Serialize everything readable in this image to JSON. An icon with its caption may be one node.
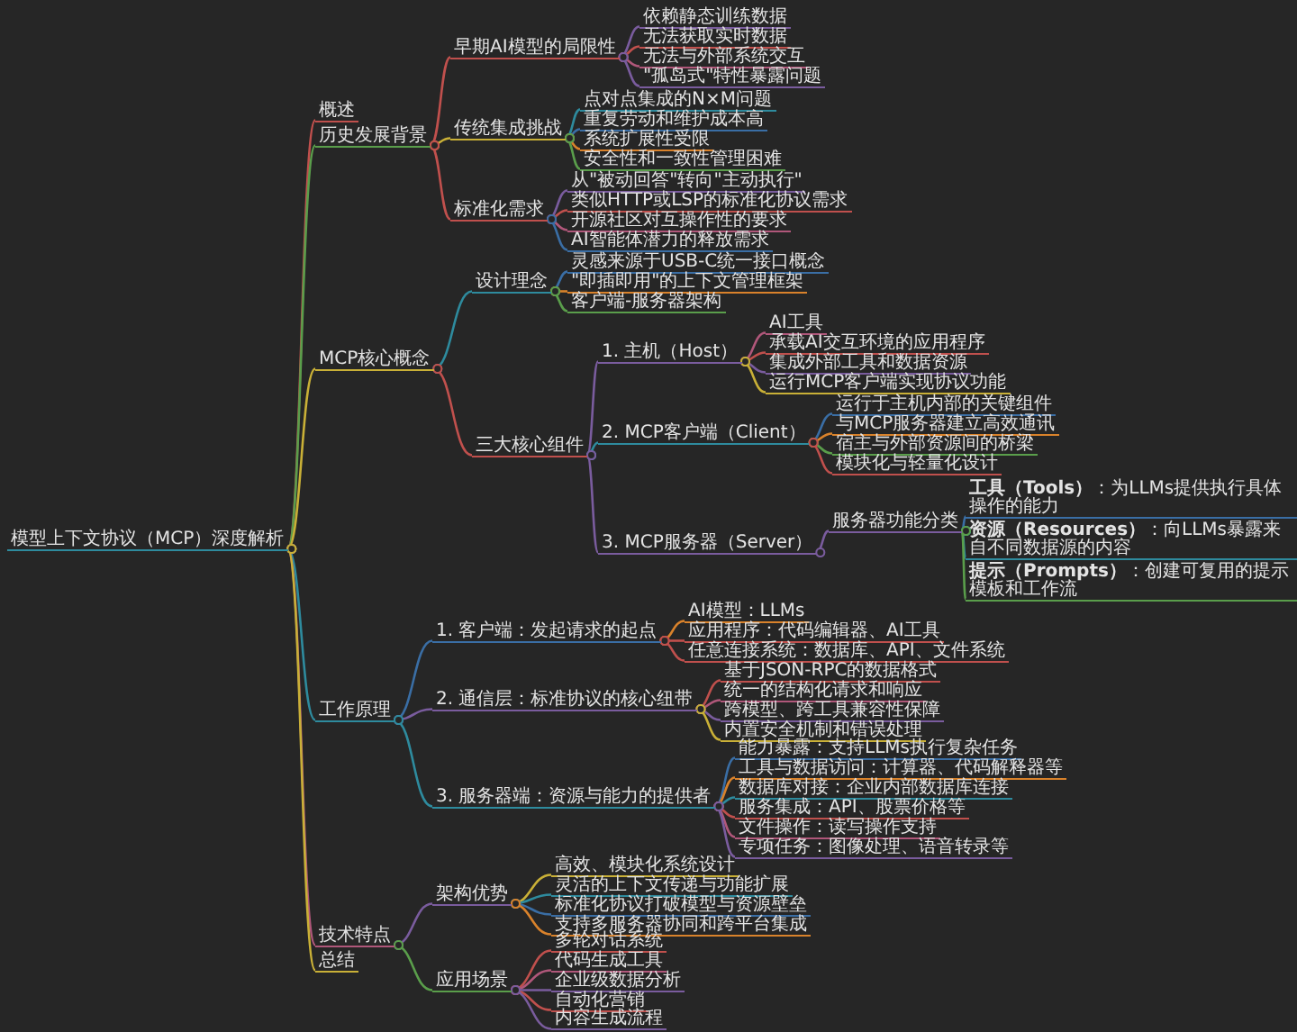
{
  "diagram": {
    "nodes": [
      {
        "text": [
          "模型上下文协议（MCP）深度解析"
        ]
      },
      {
        "text": [
          "概述"
        ]
      },
      {
        "text": [
          "历史发展背景"
        ]
      },
      {
        "text": [
          "早期AI模型的局限性"
        ]
      },
      {
        "text": [
          "依赖静态训练数据"
        ]
      },
      {
        "text": [
          "无法获取实时数据"
        ]
      },
      {
        "text": [
          "无法与外部系统交互"
        ]
      },
      {
        "text": [
          "\"孤岛式\"特性暴露问题"
        ]
      },
      {
        "text": [
          "传统集成挑战"
        ]
      },
      {
        "text": [
          "点对点集成的N×M问题"
        ]
      },
      {
        "text": [
          "重复劳动和维护成本高"
        ]
      },
      {
        "text": [
          "系统扩展性受限"
        ]
      },
      {
        "text": [
          "安全性和一致性管理困难"
        ]
      },
      {
        "text": [
          "标准化需求"
        ]
      },
      {
        "text": [
          "从\"被动回答\"转向\"主动执行\""
        ]
      },
      {
        "text": [
          "类似HTTP或LSP的标准化协议需求"
        ]
      },
      {
        "text": [
          "开源社区对互操作性的要求"
        ]
      },
      {
        "text": [
          "AI智能体潜力的释放需求"
        ]
      },
      {
        "text": [
          "MCP核心概念"
        ]
      },
      {
        "text": [
          "设计理念"
        ]
      },
      {
        "text": [
          "灵感来源于USB-C统一接口概念"
        ]
      },
      {
        "text": [
          "\"即插即用\"的上下文管理框架"
        ]
      },
      {
        "text": [
          "客户端-服务器架构"
        ]
      },
      {
        "text": [
          "三大核心组件"
        ]
      },
      {
        "text": [
          "1. 主机（Host）"
        ]
      },
      {
        "text": [
          "AI工具"
        ]
      },
      {
        "text": [
          "承载AI交互环境的应用程序"
        ]
      },
      {
        "text": [
          "集成外部工具和数据资源"
        ]
      },
      {
        "text": [
          "运行MCP客户端实现协议功能"
        ]
      },
      {
        "text": [
          "2. MCP客户端（Client）"
        ]
      },
      {
        "text": [
          "运行于主机内部的关键组件"
        ]
      },
      {
        "text": [
          "与MCP服务器建立高效通讯"
        ]
      },
      {
        "text": [
          "宿主与外部资源间的桥梁"
        ]
      },
      {
        "text": [
          "模块化与轻量化设计"
        ]
      },
      {
        "text": [
          "3. MCP服务器（Server）"
        ]
      },
      {
        "text": [
          "服务器功能分类"
        ]
      },
      {
        "text": [
          "**工具（Tools）**：为LLMs提供执行具体操作的能力"
        ]
      },
      {
        "text": [
          "**资源（Resources）**：向LLMs暴露来自不同数据源的内容"
        ]
      },
      {
        "text": [
          "**提示（Prompts）**：创建可复用的提示模板和工作流"
        ]
      },
      {
        "text": [
          "工作原理"
        ]
      },
      {
        "text": [
          "1. 客户端：发起请求的起点"
        ]
      },
      {
        "text": [
          "AI模型：LLMs"
        ]
      },
      {
        "text": [
          "应用程序：代码编辑器、AI工具"
        ]
      },
      {
        "text": [
          "任意连接系统：数据库、API、文件系统"
        ]
      },
      {
        "text": [
          "2. 通信层：标准协议的核心纽带"
        ]
      },
      {
        "text": [
          "基于JSON-RPC的数据格式"
        ]
      },
      {
        "text": [
          "统一的结构化请求和响应"
        ]
      },
      {
        "text": [
          "跨模型、跨工具兼容性保障"
        ]
      },
      {
        "text": [
          "内置安全机制和错误处理"
        ]
      },
      {
        "text": [
          "3. 服务器端：资源与能力的提供者"
        ]
      },
      {
        "text": [
          "能力暴露：支持LLMs执行复杂任务"
        ]
      },
      {
        "text": [
          "工具与数据访问：计算器、代码解释器等"
        ]
      },
      {
        "text": [
          "数据库对接：企业内部数据库连接"
        ]
      },
      {
        "text": [
          "服务集成：API、股票价格等"
        ]
      },
      {
        "text": [
          "文件操作：读写操作支持"
        ]
      },
      {
        "text": [
          "专项任务：图像处理、语音转录等"
        ]
      },
      {
        "text": [
          "技术特点"
        ]
      },
      {
        "text": [
          "架构优势"
        ]
      },
      {
        "text": [
          "高效、模块化系统设计"
        ]
      },
      {
        "text": [
          "灵活的上下文传递与功能扩展"
        ]
      },
      {
        "text": [
          "标准化协议打破模型与资源壁垒"
        ]
      },
      {
        "text": [
          "支持多服务器协同和跨平台集成"
        ]
      },
      {
        "text": [
          "应用场景"
        ]
      },
      {
        "text": [
          "多轮对话系统"
        ]
      },
      {
        "text": [
          "代码生成工具"
        ]
      },
      {
        "text": [
          "企业级数据分析"
        ]
      },
      {
        "text": [
          "自动化营销"
        ]
      },
      {
        "text": [
          "内容生成流程"
        ]
      },
      {
        "text": [
          "总结"
        ]
      }
    ],
    "edges": [
      {
        "from": 0,
        "to": 1,
        "arrow": "other",
        "color": "#c0504d"
      },
      {
        "from": 0,
        "to": 2,
        "arrow": "other",
        "color": "#5a9e4b"
      },
      {
        "from": 0,
        "to": 18,
        "arrow": "other",
        "color": "#c9b037"
      },
      {
        "from": 0,
        "to": 39,
        "arrow": "other",
        "color": "#2e8b9e"
      },
      {
        "from": 0,
        "to": 56,
        "arrow": "other",
        "color": "#b0577a"
      },
      {
        "from": 0,
        "to": 68,
        "arrow": "other",
        "color": "#c9b037"
      },
      {
        "from": 2,
        "to": 3,
        "arrow": "other",
        "color": "#c0504d"
      },
      {
        "from": 3,
        "to": 4,
        "arrow": "other",
        "color": "#7a5c9e"
      },
      {
        "from": 3,
        "to": 5,
        "arrow": "other",
        "color": "#c0504d"
      },
      {
        "from": 3,
        "to": 6,
        "arrow": "other",
        "color": "#b0577a"
      },
      {
        "from": 3,
        "to": 7,
        "arrow": "other",
        "color": "#7a5c9e"
      },
      {
        "from": 2,
        "to": 8,
        "arrow": "other",
        "color": "#c9b037"
      },
      {
        "from": 8,
        "to": 9,
        "arrow": "other",
        "color": "#2e8b9e"
      },
      {
        "from": 8,
        "to": 10,
        "arrow": "other",
        "color": "#3a6ea5"
      },
      {
        "from": 8,
        "to": 11,
        "arrow": "other",
        "color": "#d9822b"
      },
      {
        "from": 8,
        "to": 12,
        "arrow": "other",
        "color": "#5a9e4b"
      },
      {
        "from": 2,
        "to": 13,
        "arrow": "other",
        "color": "#c0504d"
      },
      {
        "from": 13,
        "to": 14,
        "arrow": "other",
        "color": "#7a5c9e"
      },
      {
        "from": 13,
        "to": 15,
        "arrow": "other",
        "color": "#c0504d"
      },
      {
        "from": 13,
        "to": 16,
        "arrow": "other",
        "color": "#b0577a"
      },
      {
        "from": 13,
        "to": 17,
        "arrow": "other",
        "color": "#3a6ea5"
      },
      {
        "from": 18,
        "to": 19,
        "arrow": "other",
        "color": "#2e8b9e"
      },
      {
        "from": 19,
        "to": 20,
        "arrow": "other",
        "color": "#3a6ea5"
      },
      {
        "from": 19,
        "to": 21,
        "arrow": "other",
        "color": "#d9822b"
      },
      {
        "from": 19,
        "to": 22,
        "arrow": "other",
        "color": "#5a9e4b"
      },
      {
        "from": 18,
        "to": 23,
        "arrow": "other",
        "color": "#c0504d"
      },
      {
        "from": 23,
        "to": 24,
        "arrow": "other",
        "color": "#7a5c9e"
      },
      {
        "from": 24,
        "to": 25,
        "arrow": "other",
        "color": "#b0577a"
      },
      {
        "from": 24,
        "to": 26,
        "arrow": "other",
        "color": "#c0504d"
      },
      {
        "from": 24,
        "to": 27,
        "arrow": "other",
        "color": "#7a5c9e"
      },
      {
        "from": 24,
        "to": 28,
        "arrow": "other",
        "color": "#c9b037"
      },
      {
        "from": 23,
        "to": 29,
        "arrow": "other",
        "color": "#2e8b9e"
      },
      {
        "from": 29,
        "to": 30,
        "arrow": "other",
        "color": "#3a6ea5"
      },
      {
        "from": 29,
        "to": 31,
        "arrow": "other",
        "color": "#d9822b"
      },
      {
        "from": 29,
        "to": 32,
        "arrow": "other",
        "color": "#5a9e4b"
      },
      {
        "from": 29,
        "to": 33,
        "arrow": "other",
        "color": "#c0504d"
      },
      {
        "from": 23,
        "to": 34,
        "arrow": "other",
        "color": "#7a5c9e"
      },
      {
        "from": 34,
        "to": 35,
        "arrow": "other",
        "color": "#7a5c9e"
      },
      {
        "from": 35,
        "to": 36,
        "arrow": "other",
        "color": "#3a6ea5"
      },
      {
        "from": 35,
        "to": 37,
        "arrow": "other",
        "color": "#2e8b9e"
      },
      {
        "from": 35,
        "to": 38,
        "arrow": "other",
        "color": "#5a9e4b"
      },
      {
        "from": 39,
        "to": 40,
        "arrow": "other",
        "color": "#3a6ea5"
      },
      {
        "from": 40,
        "to": 41,
        "arrow": "other",
        "color": "#d9822b"
      },
      {
        "from": 40,
        "to": 42,
        "arrow": "other",
        "color": "#c0504d"
      },
      {
        "from": 40,
        "to": 43,
        "arrow": "other",
        "color": "#c0504d"
      },
      {
        "from": 39,
        "to": 44,
        "arrow": "other",
        "color": "#7a5c9e"
      },
      {
        "from": 44,
        "to": 45,
        "arrow": "other",
        "color": "#c0504d"
      },
      {
        "from": 44,
        "to": 46,
        "arrow": "other",
        "color": "#b0577a"
      },
      {
        "from": 44,
        "to": 47,
        "arrow": "other",
        "color": "#7a5c9e"
      },
      {
        "from": 44,
        "to": 48,
        "arrow": "other",
        "color": "#c9b037"
      },
      {
        "from": 39,
        "to": 49,
        "arrow": "other",
        "color": "#2e8b9e"
      },
      {
        "from": 49,
        "to": 50,
        "arrow": "other",
        "color": "#3a6ea5"
      },
      {
        "from": 49,
        "to": 51,
        "arrow": "other",
        "color": "#d9822b"
      },
      {
        "from": 49,
        "to": 52,
        "arrow": "other",
        "color": "#2e8b9e"
      },
      {
        "from": 49,
        "to": 53,
        "arrow": "other",
        "color": "#c0504d"
      },
      {
        "from": 49,
        "to": 54,
        "arrow": "other",
        "color": "#b0577a"
      },
      {
        "from": 49,
        "to": 55,
        "arrow": "other",
        "color": "#7a5c9e"
      },
      {
        "from": 56,
        "to": 57,
        "arrow": "other",
        "color": "#7a5c9e"
      },
      {
        "from": 57,
        "to": 58,
        "arrow": "other",
        "color": "#c9b037"
      },
      {
        "from": 57,
        "to": 59,
        "arrow": "other",
        "color": "#2e8b9e"
      },
      {
        "from": 57,
        "to": 60,
        "arrow": "other",
        "color": "#3a6ea5"
      },
      {
        "from": 57,
        "to": 61,
        "arrow": "other",
        "color": "#d9822b"
      },
      {
        "from": 56,
        "to": 62,
        "arrow": "other",
        "color": "#5a9e4b"
      },
      {
        "from": 62,
        "to": 63,
        "arrow": "other",
        "color": "#c0504d"
      },
      {
        "from": 62,
        "to": 64,
        "arrow": "other",
        "color": "#b0577a"
      },
      {
        "from": 62,
        "to": 65,
        "arrow": "other",
        "color": "#7a5c9e"
      },
      {
        "from": 62,
        "to": 66,
        "arrow": "other",
        "color": "#c0504d"
      },
      {
        "from": 62,
        "to": 67,
        "arrow": "other",
        "color": "#7a5c9e"
      }
    ]
  }
}
